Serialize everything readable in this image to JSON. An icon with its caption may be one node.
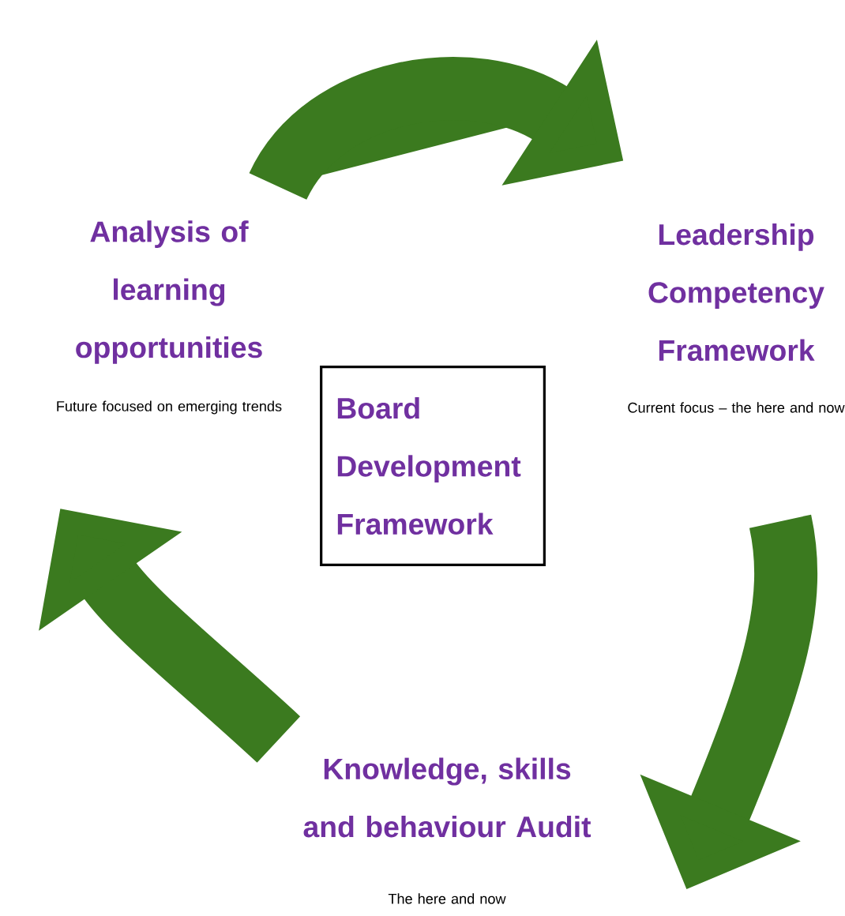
{
  "diagram": {
    "nodes": [
      {
        "text": [
          "Analysis of learning opportunities"
        ],
        "beside": [
          "Future focused on emerging trends"
        ]
      },
      {
        "text": [
          "Leadership Competency Framework"
        ],
        "beside": [
          "Current focus – the here and now"
        ]
      },
      {
        "text": [
          "Board Development Framework"
        ]
      },
      {
        "text": [
          "Knowledge, skills and behaviour Audit"
        ],
        "beside": [
          "The here and now"
        ]
      }
    ],
    "edges": [
      {
        "from": 0,
        "to": 1,
        "arrow": "to"
      },
      {
        "from": 1,
        "to": 3,
        "arrow": "to"
      },
      {
        "from": 3,
        "to": 0,
        "arrow": "to"
      }
    ]
  }
}
